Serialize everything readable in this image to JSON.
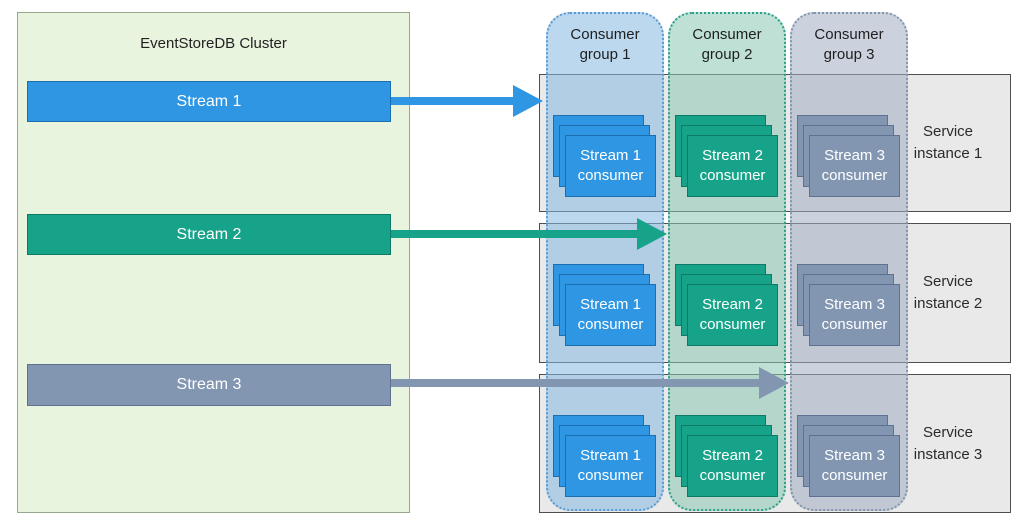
{
  "colors": {
    "page-bg": "#ffffff",
    "cluster-bg": "#e9f4df",
    "cluster-border": "#97a88e",
    "stream1": "#2e96e2",
    "stream1-border": "#1b6fae",
    "stream2": "#17a389",
    "stream2-border": "#0e7a66",
    "stream3": "#8296b2",
    "stream3-border": "#5d7191",
    "group1-fill": "rgba(133,184,226,0.55)",
    "group1-border": "#5b9bd5",
    "group2-fill": "rgba(137,199,179,0.55)",
    "group2-border": "#2aa08a",
    "group3-fill": "rgba(160,173,195,0.55)",
    "group3-border": "#8394ad",
    "service-bg": "#e9e9e9",
    "service-border": "#4f4f4f"
  },
  "cluster": {
    "title": "EventStoreDB Cluster"
  },
  "streams": [
    {
      "label": "Stream 1"
    },
    {
      "label": "Stream 2"
    },
    {
      "label": "Stream 3"
    }
  ],
  "groups": [
    {
      "header_line1": "Consumer",
      "header_line2": "group 1",
      "card_line1": "Stream 1",
      "card_line2": "consumer"
    },
    {
      "header_line1": "Consumer",
      "header_line2": "group 2",
      "card_line1": "Stream 2",
      "card_line2": "consumer"
    },
    {
      "header_line1": "Consumer",
      "header_line2": "group 3",
      "card_line1": "Stream 3",
      "card_line2": "consumer"
    }
  ],
  "instances": [
    {
      "line1": "Service",
      "line2": "instance 1"
    },
    {
      "line1": "Service",
      "line2": "instance 2"
    },
    {
      "line1": "Service",
      "line2": "instance 3"
    }
  ]
}
